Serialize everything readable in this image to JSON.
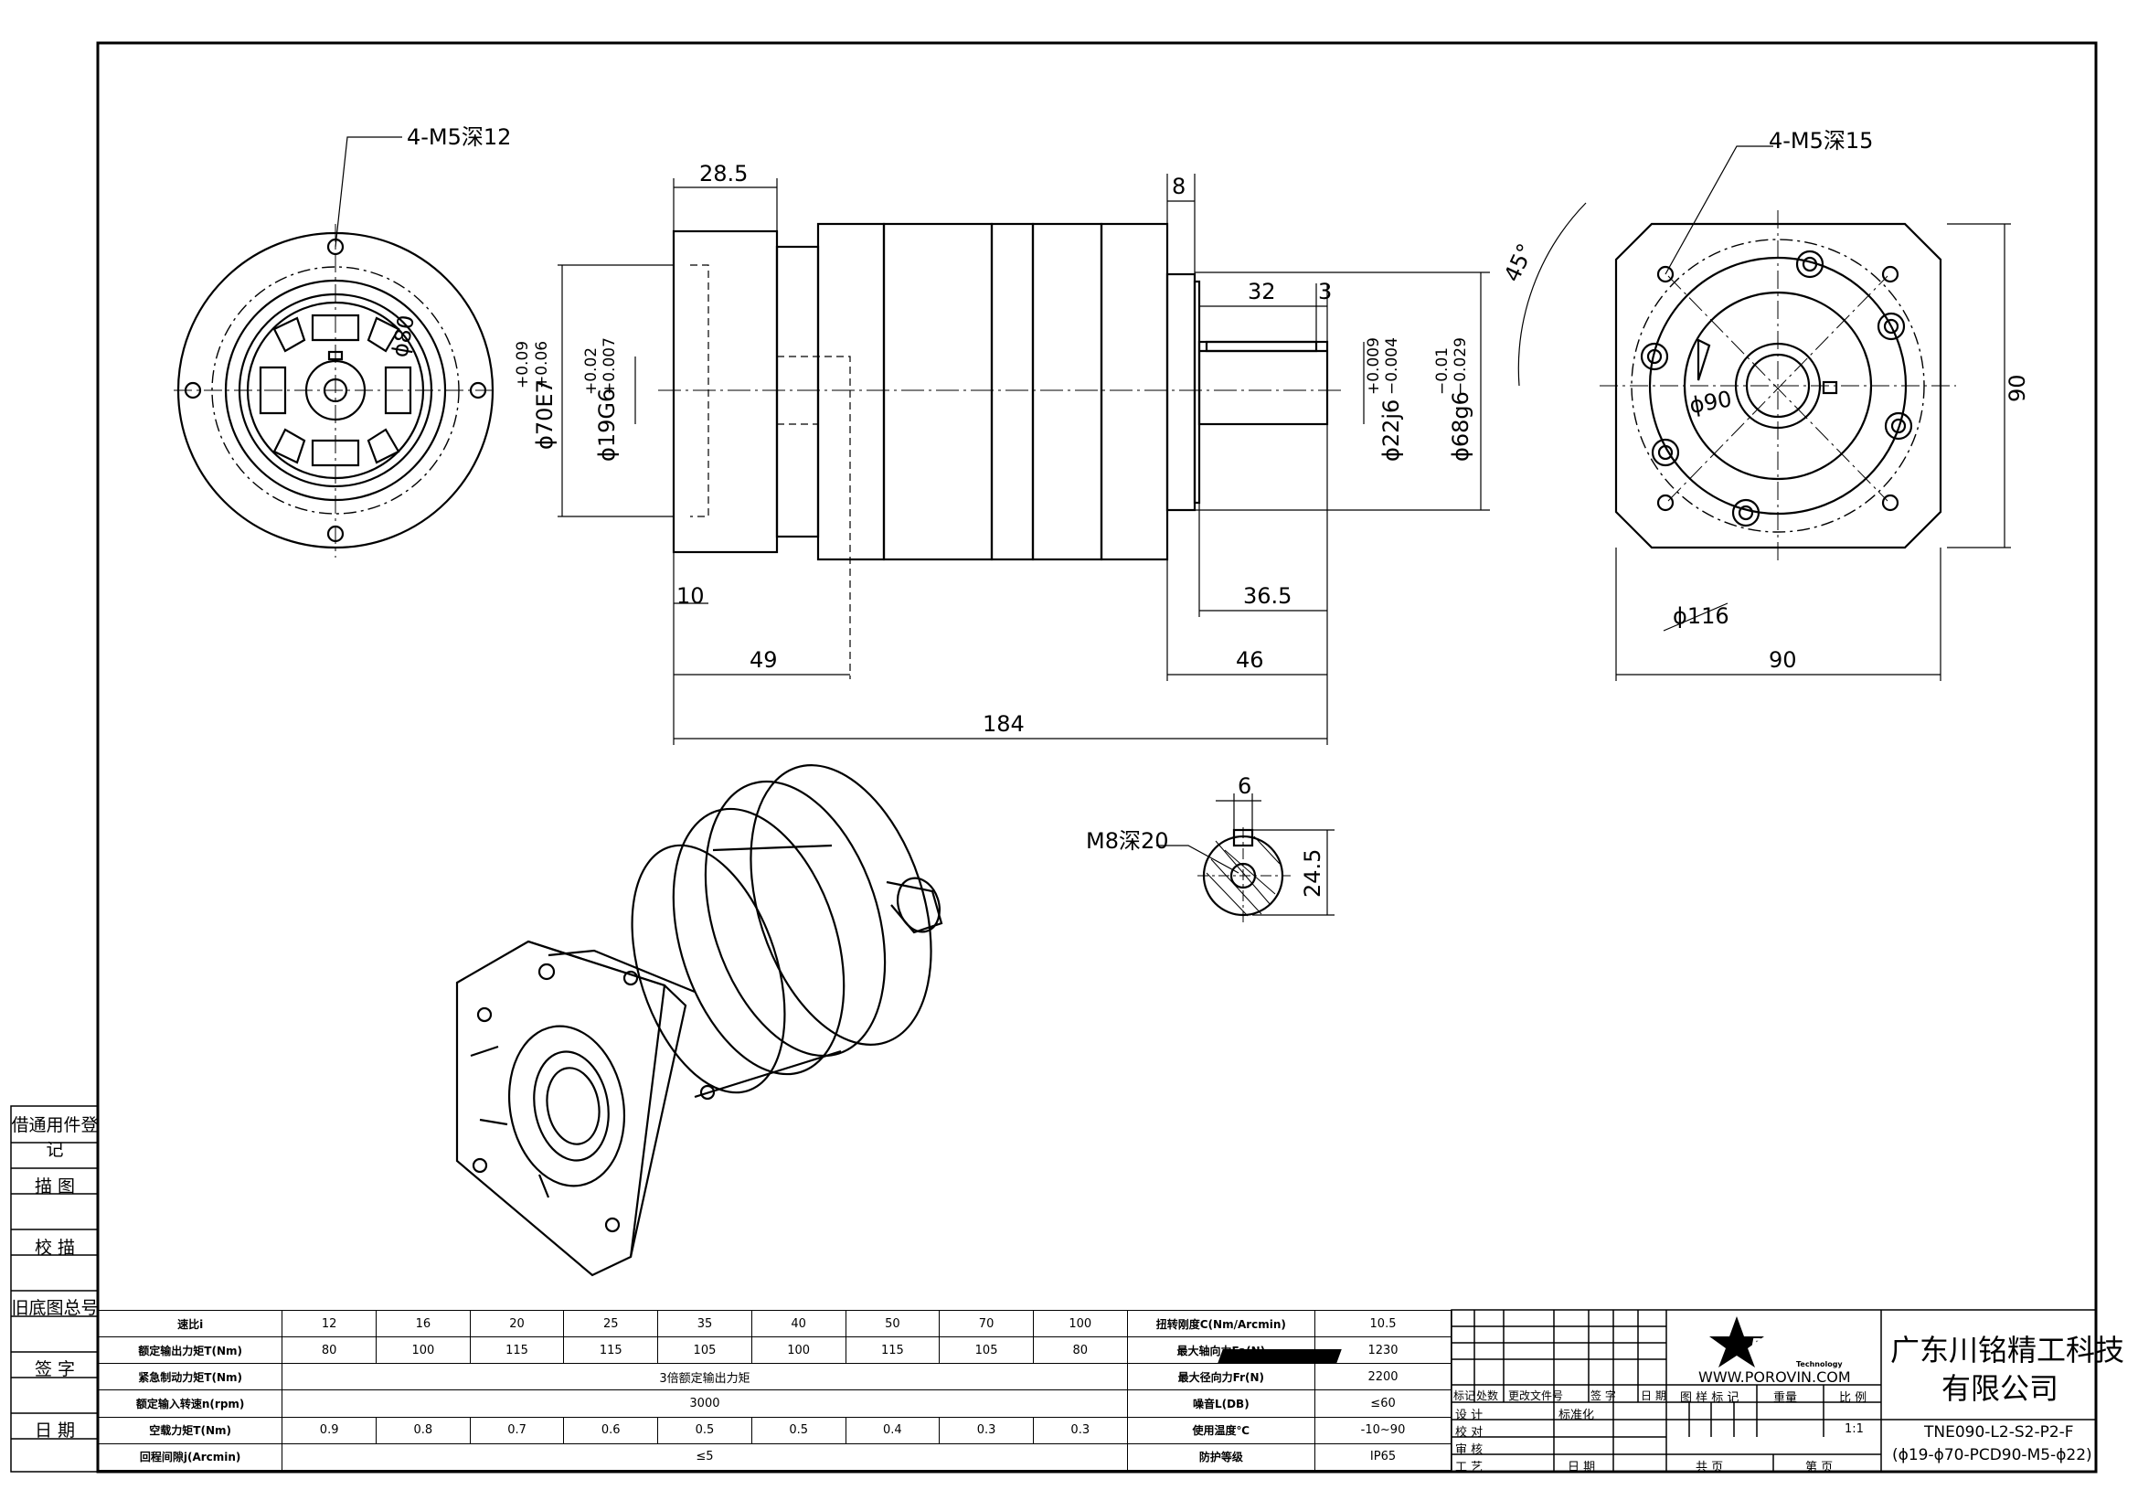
{
  "front_view": {
    "callout": "4-M5深12",
    "pcd": "ϕ80"
  },
  "side_view": {
    "dim_28_5": "28.5",
    "dim_8": "8",
    "dim_32": "32",
    "dim_3": "3",
    "dim_10": "10",
    "dim_49": "49",
    "dim_36_5": "36.5",
    "dim_46": "46",
    "dim_184": "184",
    "d70": "ϕ70E7",
    "d70_tol_upper": "+0.09",
    "d70_tol_lower": "+0.06",
    "d19": "ϕ19G6",
    "d19_tol_upper": "+0.02",
    "d19_tol_lower": "+0.007",
    "d22": "ϕ22j6",
    "d22_tol_upper": "+0.009",
    "d22_tol_lower": "−0.004",
    "d68": "ϕ68g6",
    "d68_tol_upper": "−0.01",
    "d68_tol_lower": "−0.029"
  },
  "rear_view": {
    "callout": "4-M5深15",
    "angle": "45°",
    "pcd": "ϕ90",
    "dia_116": "ϕ116",
    "width": "90",
    "height": "90"
  },
  "shaft_section": {
    "tap": "M8深20",
    "key_width": "6",
    "height": "24.5"
  },
  "side_block": [
    "借通用件登记",
    "描 图",
    "校 描",
    "旧底图总号",
    "签 字",
    "日 期"
  ],
  "spec_table": {
    "ratio_label": "速比i",
    "ratios": [
      "12",
      "16",
      "20",
      "25",
      "35",
      "40",
      "50",
      "70",
      "100"
    ],
    "rated_torque_label": "额定输出力矩T(Nm)",
    "rated_torque": [
      "80",
      "100",
      "115",
      "115",
      "105",
      "100",
      "115",
      "105",
      "80"
    ],
    "emergency_stop_label": "紧急制动力矩T(Nm)",
    "emergency_stop_value": "3倍额定输出力矩",
    "rated_speed_label": "额定输入转速n(rpm)",
    "rated_speed_value": "3000",
    "no_load_label": "空载力矩T(Nm)",
    "no_load": [
      "0.9",
      "0.8",
      "0.7",
      "0.6",
      "0.5",
      "0.5",
      "0.4",
      "0.3",
      "0.3"
    ],
    "backlash_label": "回程间隙j(Arcmin)",
    "backlash_value": "≤5",
    "right_labels": [
      "扭转刚度C(Nm/Arcmin)",
      "最大轴向力Fa(N)",
      "最大径向力Fr(N)",
      "噪音L(DB)",
      "使用温度℃",
      "防护等级"
    ],
    "right_values": [
      "10.5",
      "1230",
      "2200",
      "≤60",
      "-10~90",
      "IP65"
    ]
  },
  "title_block": {
    "row_marks": "标记",
    "row_count": "处数",
    "row_change": "更改文件号",
    "row_sign": "签 字",
    "row_date": "日 期",
    "design": "设 计",
    "check": "校 对",
    "review": "审 核",
    "process": "工 艺",
    "standard": "标准化",
    "date2": "日 期",
    "logo_text": "POROVIN",
    "logo_sub": "Technology",
    "website": "WWW.POROVIN.COM",
    "stage_label": "图 样 标 记",
    "weight_label": "重量",
    "scale_label": "比 例",
    "scale_value": "1:1",
    "total_label": "共     页",
    "sheet_label": "第     页",
    "company_line1": "广东川铭精工科技",
    "company_line2": "有限公司",
    "part_no": "TNE090-L2-S2-P2-F",
    "part_spec": "(ϕ19-ϕ70-PCD90-M5-ϕ22)"
  }
}
